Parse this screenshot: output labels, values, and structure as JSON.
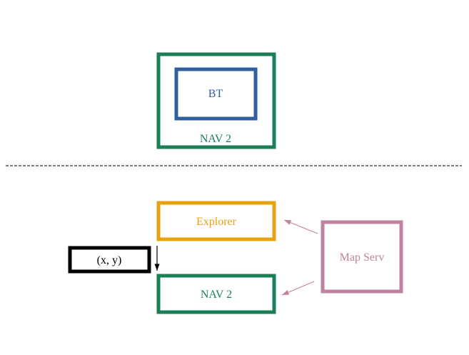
{
  "colors": {
    "nav2": "#1b7f55",
    "bt": "#2f5f9f",
    "explorer": "#e8a10f",
    "map_serv": "#c0839f",
    "pose": "#000000",
    "separator": "#000000",
    "arrow_map": "#c0839f"
  },
  "top": {
    "nav2": {
      "label": "NAV 2"
    },
    "bt": {
      "label": "BT"
    }
  },
  "bottom": {
    "explorer": {
      "label": "Explorer"
    },
    "nav2": {
      "label": "NAV 2"
    },
    "map_serv": {
      "label": "Map Serv"
    },
    "pose": {
      "label": "(x, y)"
    }
  }
}
